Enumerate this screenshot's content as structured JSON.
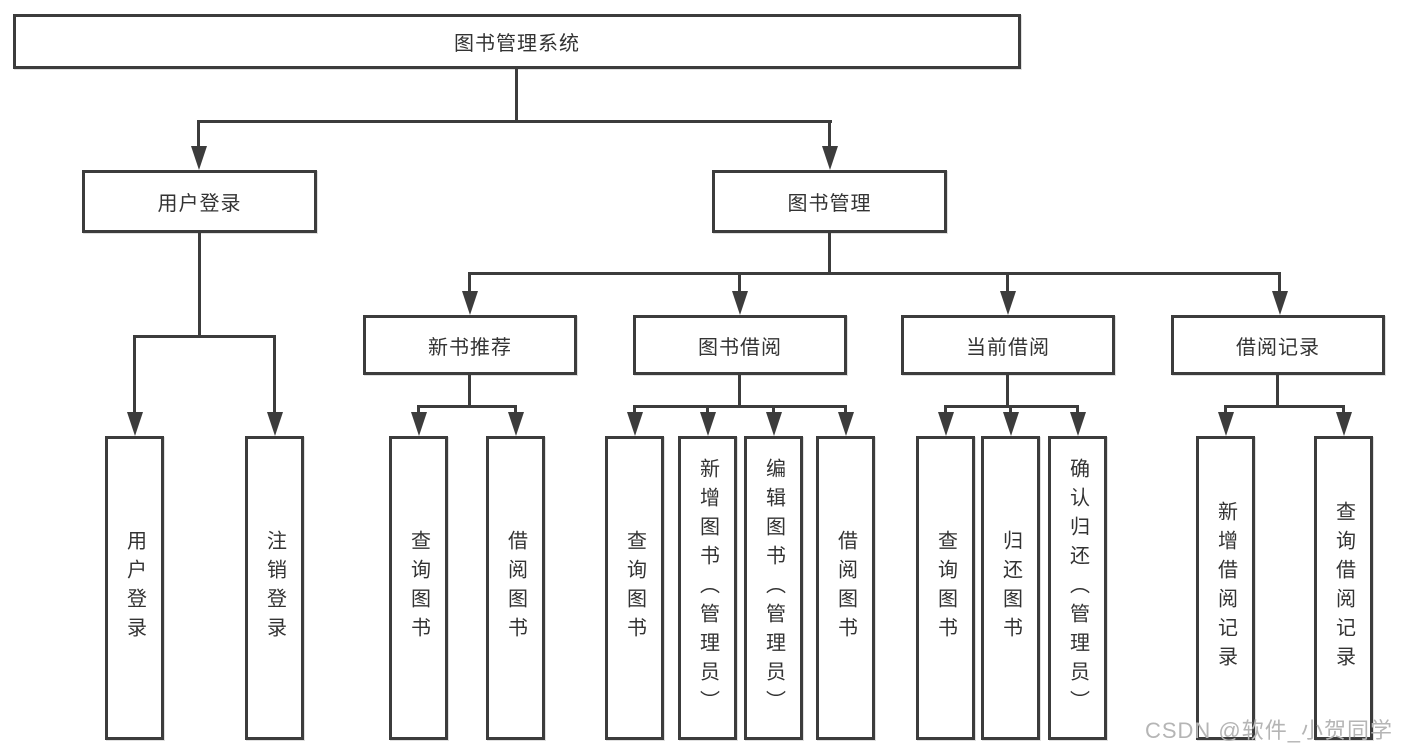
{
  "tree": {
    "root": {
      "label": "图书管理系统"
    },
    "level2": [
      {
        "label": "用户登录"
      },
      {
        "label": "图书管理"
      }
    ],
    "level3": [
      {
        "label": "新书推荐",
        "parent": "图书管理"
      },
      {
        "label": "图书借阅",
        "parent": "图书管理"
      },
      {
        "label": "当前借阅",
        "parent": "图书管理"
      },
      {
        "label": "借阅记录",
        "parent": "图书管理"
      }
    ],
    "leaves": [
      {
        "label": "用户登录",
        "parent": "用户登录"
      },
      {
        "label": "注销登录",
        "parent": "用户登录"
      },
      {
        "label": "查询图书",
        "parent": "新书推荐"
      },
      {
        "label": "借阅图书",
        "parent": "新书推荐"
      },
      {
        "label": "查询图书",
        "parent": "图书借阅"
      },
      {
        "label": "新增图书（管理员）",
        "parent": "图书借阅"
      },
      {
        "label": "编辑图书（管理员）",
        "parent": "图书借阅"
      },
      {
        "label": "借阅图书",
        "parent": "图书借阅"
      },
      {
        "label": "查询图书",
        "parent": "当前借阅"
      },
      {
        "label": "归还图书",
        "parent": "当前借阅"
      },
      {
        "label": "确认归还（管理员）",
        "parent": "当前借阅"
      },
      {
        "label": "新增借阅记录",
        "parent": "借阅记录"
      },
      {
        "label": "查询借阅记录",
        "parent": "借阅记录"
      }
    ],
    "watermark": "CSDN @软件_小贺同学"
  },
  "colors": {
    "line": "#3c3c3c",
    "text": "#333333",
    "watermark": "#b5b5b5",
    "background": "#ffffff"
  }
}
